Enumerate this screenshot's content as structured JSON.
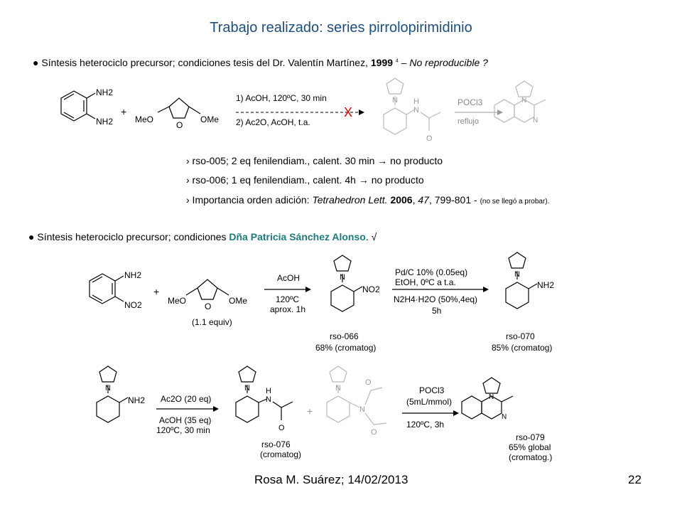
{
  "title": "Trabajo realizado: series pirrolopirimidinio",
  "section1": {
    "bullet": "●",
    "text": "Síntesis heterociclo precursor; condiciones tesis del Dr. Valentín Martínez, ",
    "year": "1999",
    "ref": "4",
    "tail": " – No reproducible ?",
    "scheme": {
      "r1_nh2_top": "NH2",
      "r1_nh2_bottom": "NH2",
      "plus": "+",
      "meo": "MeO",
      "ome": "OMe",
      "o_ring": "O",
      "cond1": "1) AcOH, 120ºC, 30 min",
      "cond2": "2) Ac2O, AcOH, t.a.",
      "fail_mark": "X",
      "p_n": "N",
      "p_h": "H",
      "p_nh": "N",
      "p_o": "O",
      "pocl3": "POCl3",
      "reflujo": "reflujo",
      "q_n1": "N",
      "q_n2": "N"
    },
    "notes": [
      "› rso-005; 2 eq fenilendiam., calent. 30 min  → no producto",
      "› rso-006; 1 eq fenilendiam., calent. 4h → no producto"
    ],
    "note3_prefix": "› Importancia orden adición: ",
    "note3_journal": "Tetrahedron Lett.",
    "note3_year": "2006",
    "note3_vol": "47",
    "note3_pages": ", 799-801 - ",
    "note3_small": "(no se llegó a probar)."
  },
  "section2": {
    "bullet": "●",
    "text": "Síntesis heterociclo precursor; condiciones ",
    "highlight": "Dña Patricia Sánchez Alonso",
    "tail": ". √",
    "row1": {
      "nh2": "NH2",
      "no2": "NO2",
      "plus": "+",
      "meo": "MeO",
      "ome": "OMe",
      "o_ring": "O",
      "equiv": "(1.1 equiv)",
      "c1_top": "AcOH",
      "c1_b1": "120ºC",
      "c1_b2": "aprox. 1h",
      "p1_n": "N",
      "p1_no2": "NO2",
      "p1_code": "rso-066",
      "p1_yield": "68% (cromatog)",
      "c2_t1": "Pd/C 10% (0.05eq)",
      "c2_t2": "EtOH, 0ºC a t.a.",
      "c2_b1": "N2H4·H2O (50%,4eq)",
      "c2_b2": "5h",
      "p2_n": "N",
      "p2_nh2": "NH2",
      "p2_code": "rso-070",
      "p2_yield": "85% (cromatog)"
    },
    "row2": {
      "s_n": "N",
      "s_nh2": "NH2",
      "c3_t": "Ac2O (20 eq)",
      "c3_b1": "AcOH (35 eq)",
      "c3_b2": "120ºC, 30 min",
      "p3_n": "N",
      "p3_h": "H",
      "p3_nh": "N",
      "p3_o": "O",
      "p3_code": "rso-076",
      "p3_yield": "(cromatog)",
      "plus": "+",
      "g_n": "N",
      "g_n2": "N",
      "g_o1": "O",
      "g_o2": "O",
      "c4_t1": "POCl3",
      "c4_t2": "(5mL/mmol)",
      "c4_b": "120ºC, 3h",
      "p4_n1": "N",
      "p4_n2": "N",
      "p4_code": "rso-079",
      "p4_yield1": "65% global",
      "p4_yield2": "(cromatog.)"
    }
  },
  "footer": "Rosa M. Suárez; 14/02/2013",
  "page_number": "22"
}
